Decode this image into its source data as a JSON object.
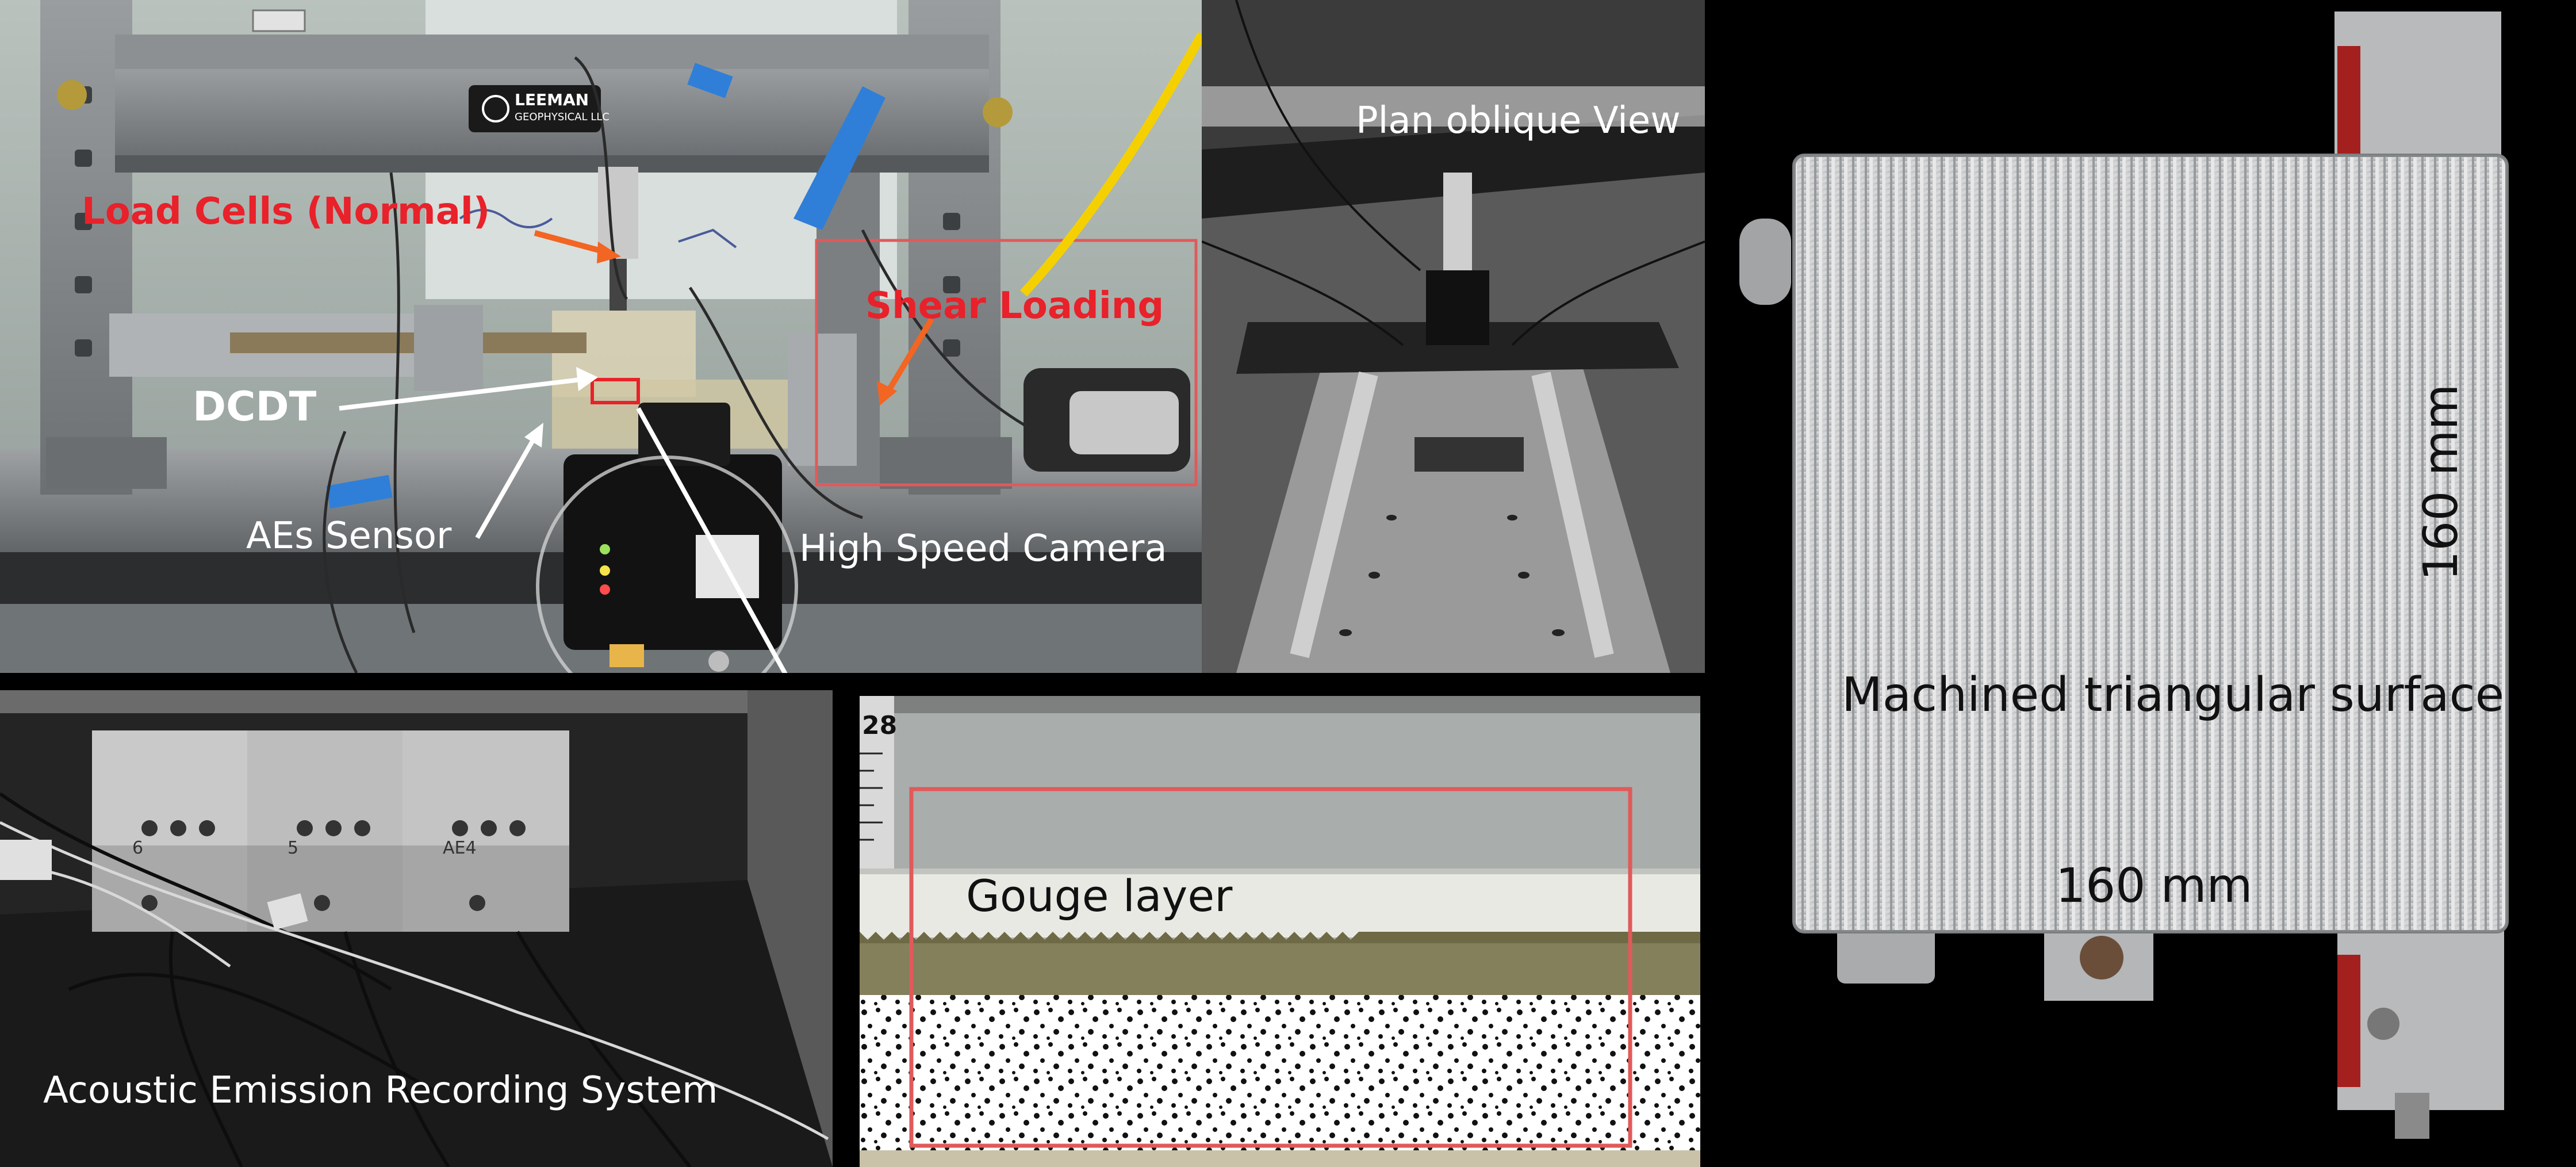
{
  "labels": {
    "load_cells": "Load Cells (Normal)",
    "shear_loading": "Shear Loading",
    "dcdt": "DCDT",
    "aes_sensor": "AEs Sensor",
    "high_speed_camera": "High Speed Camera",
    "plan_oblique_view": "Plan oblique View",
    "acoustic_emission": "Acoustic Emission Recording System",
    "gouge_layer": "Gouge layer",
    "machined_surface": "Machined triangular surface",
    "dim_width": "160 mm",
    "dim_height": "160 mm",
    "brand_top": "LEEMAN",
    "brand_bottom": "GEOPHYSICAL LLC",
    "ruler_number": "28",
    "ae_channels": [
      "6",
      "5",
      "AE4"
    ]
  },
  "colors": {
    "annotation_red": "#e8212a",
    "arrow_orange": "#f26522",
    "highlight_box": "#e05a5a",
    "cable_yellow": "#f5d000",
    "tape_blue": "#2f7fd8"
  },
  "icons": [
    "arrow-icon",
    "camera-icon",
    "sensor-icon"
  ]
}
